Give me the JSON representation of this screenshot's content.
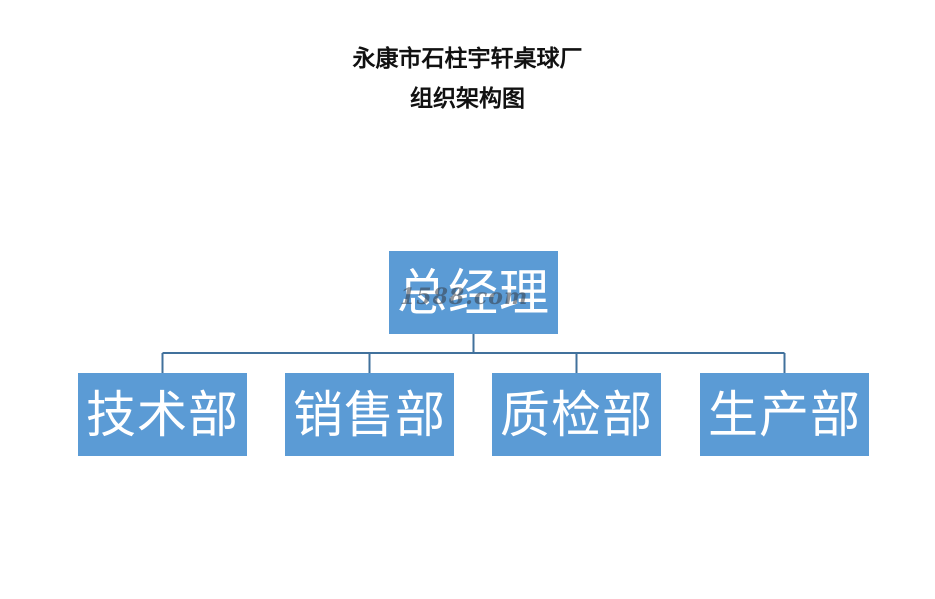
{
  "title": {
    "line1": "永康市石柱宇轩桌球厂",
    "line2": "组织架构图"
  },
  "org_chart": {
    "root": {
      "label": "总经理"
    },
    "departments": [
      {
        "label": "技术部"
      },
      {
        "label": "销售部"
      },
      {
        "label": "质检部"
      },
      {
        "label": "生产部"
      }
    ]
  },
  "watermark": "1588.com",
  "colors": {
    "box_fill": "#5b9bd5",
    "connector": "#41719c",
    "box_text": "#ffffff",
    "title_text": "#111111"
  }
}
